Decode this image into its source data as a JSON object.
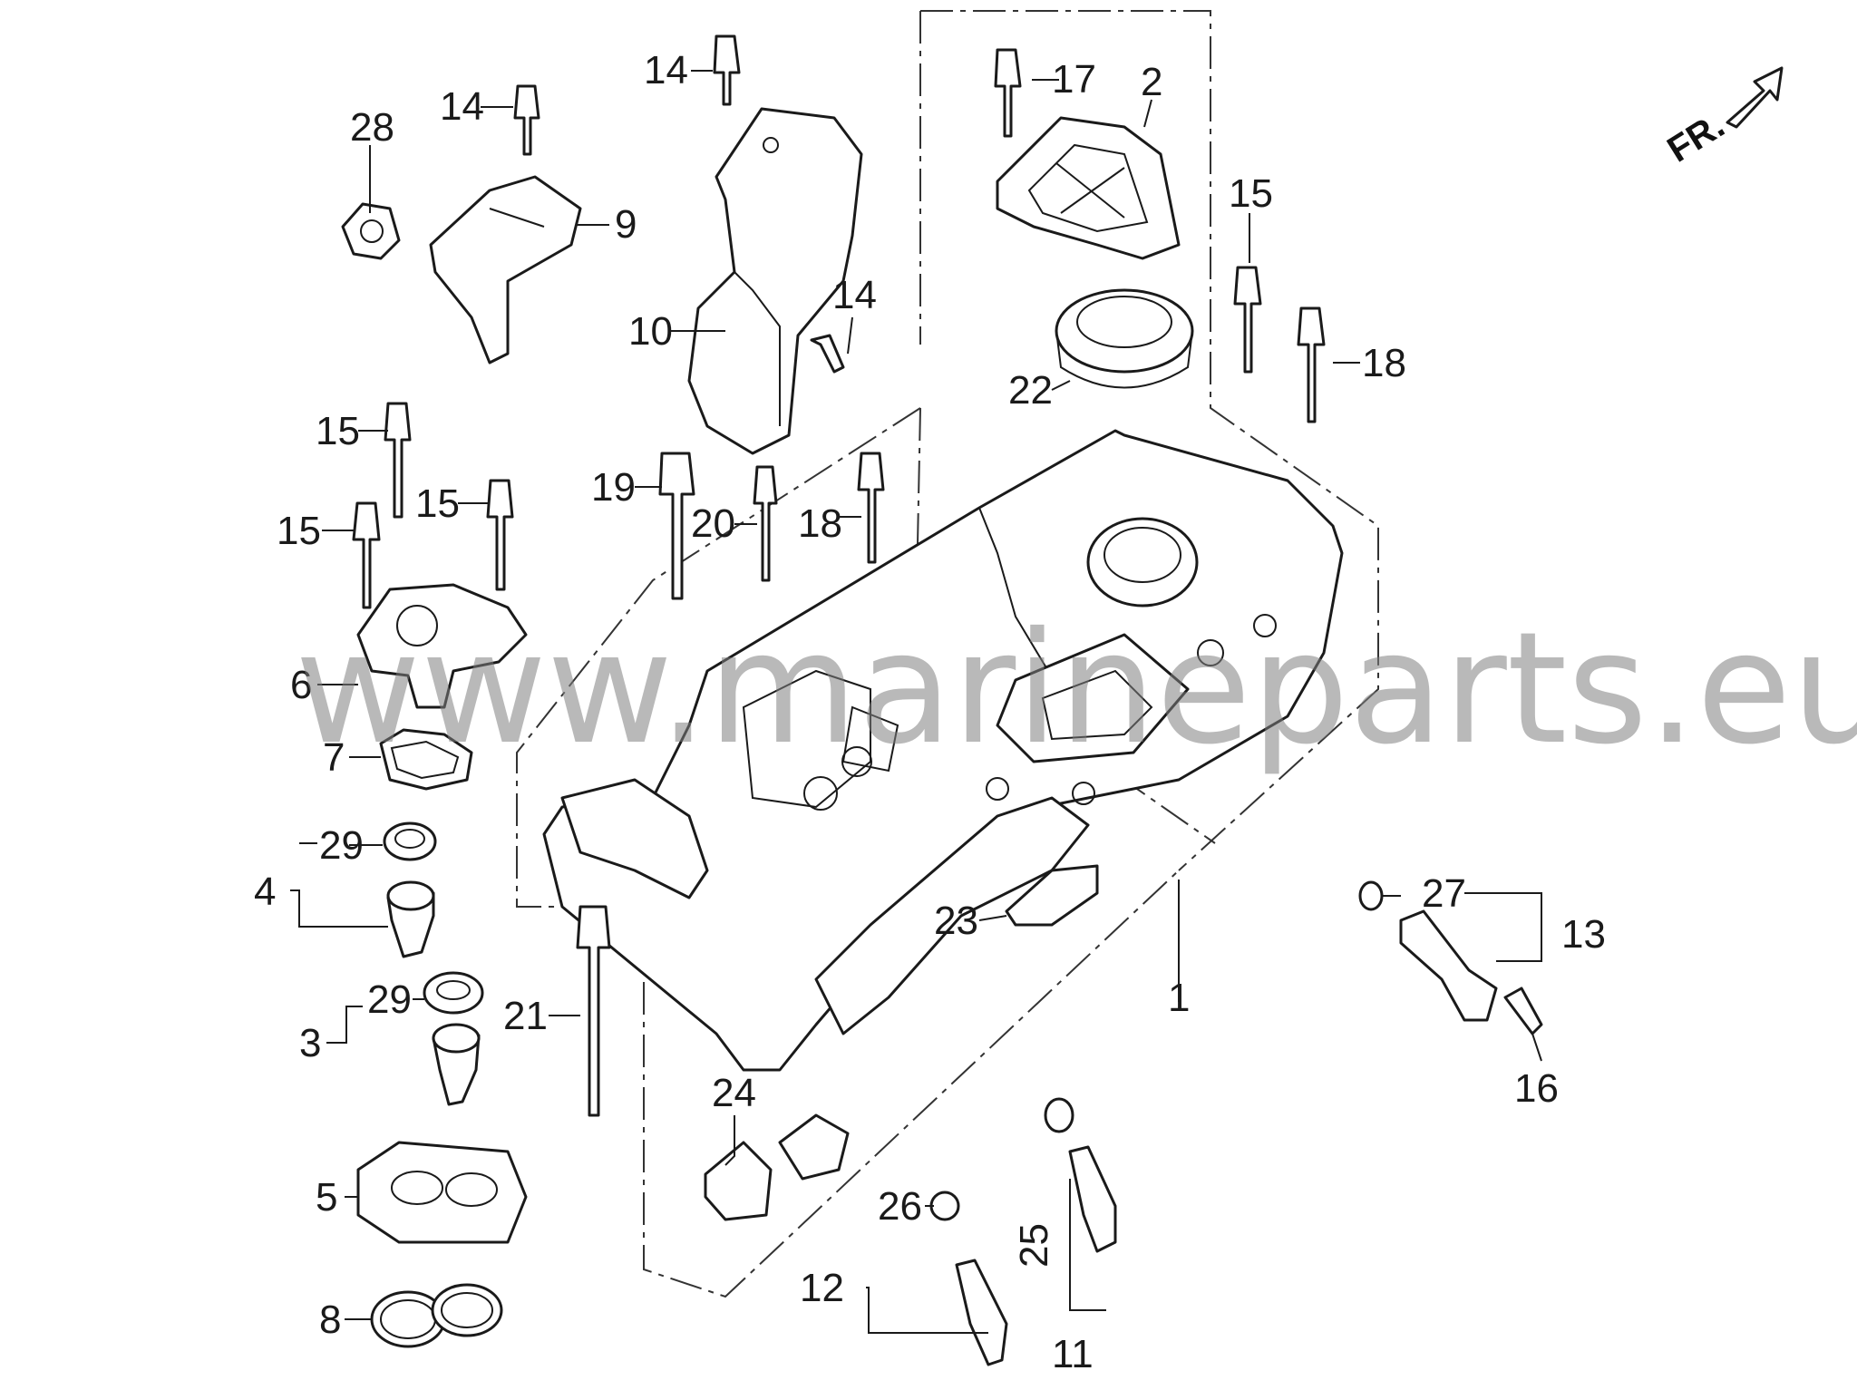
{
  "orientation": {
    "label": "FR."
  },
  "watermark": {
    "text": "www.marineparts.eu"
  },
  "callouts": {
    "c1": "1",
    "c2": "2",
    "c3": "3",
    "c4": "4",
    "c5": "5",
    "c6": "6",
    "c7": "7",
    "c8": "8",
    "c9": "9",
    "c10": "10",
    "c11": "11",
    "c12": "12",
    "c13": "13",
    "c14a": "14",
    "c14b": "14",
    "c14c": "14",
    "c15a": "15",
    "c15b": "15",
    "c15c": "15",
    "c15d": "15",
    "c16": "16",
    "c17": "17",
    "c18a": "18",
    "c18b": "18",
    "c19": "19",
    "c20": "20",
    "c21": "21",
    "c22": "22",
    "c23": "23",
    "c24": "24",
    "c25": "25",
    "c26": "26",
    "c27": "27",
    "c28": "28",
    "c29a": "29",
    "c29b": "29"
  },
  "colors": {
    "line": "#1a1a1a",
    "watermark": "#7f7f7f",
    "background": "#ffffff"
  }
}
